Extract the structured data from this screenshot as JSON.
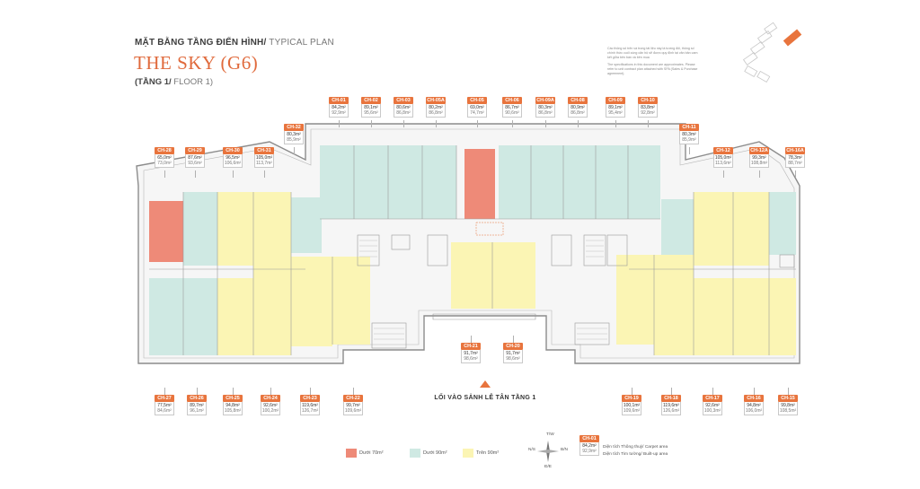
{
  "header": {
    "kicker_bold": "MẶT BẰNG TẦNG ĐIỂN HÌNH/",
    "kicker_thin": " TYPICAL PLAN",
    "title": "THE SKY (G6)",
    "floor_bold": "(TẦNG 1/",
    "floor_thin": " FLOOR 1)"
  },
  "notes": {
    "vi": "Các thông số trên và trong tài liệu này là tương đối, thông số chính thức cuối cùng căn hộ sẽ được quy định tại văn bản cam kết giữa bên bán và bên mua",
    "en": "The specifications in this document are approximates. Please refer to unit contract plan attached with SPA (Sales & Purchase agreement)."
  },
  "colors": {
    "under70": "#ee8a78",
    "under90": "#cfe9e3",
    "over90": "#fbf5b4",
    "accent": "#e8743d",
    "wall": "#8c8c8c"
  },
  "units_top": [
    {
      "code": "CH-01",
      "carpet": "84,2m²",
      "built": "92,9m²"
    },
    {
      "code": "CH-02",
      "carpet": "89,1m²",
      "built": "95,6m²"
    },
    {
      "code": "CH-03",
      "carpet": "80,6m²",
      "built": "86,8m²"
    },
    {
      "code": "CH-05A",
      "carpet": "80,2m²",
      "built": "86,8m²"
    },
    {
      "code": "CH-05",
      "carpet": "69,0m²",
      "built": "74,7m²"
    },
    {
      "code": "CH-06",
      "carpet": "86,7m²",
      "built": "90,6m²"
    },
    {
      "code": "CH-09A",
      "carpet": "80,3m²",
      "built": "86,8m²"
    },
    {
      "code": "CH-08",
      "carpet": "80,9m²",
      "built": "86,8m²"
    },
    {
      "code": "CH-09",
      "carpet": "89,1m²",
      "built": "95,4m²"
    },
    {
      "code": "CH-10",
      "carpet": "83,8m²",
      "built": "92,8m²"
    }
  ],
  "units_left_upper": [
    {
      "code": "CH-28",
      "carpet": "65,0m²",
      "built": "73,0m²"
    },
    {
      "code": "CH-29",
      "carpet": "87,6m²",
      "built": "93,6m²"
    },
    {
      "code": "CH-30",
      "carpet": "96,5m²",
      "built": "106,6m²"
    },
    {
      "code": "CH-31",
      "carpet": "105,0m²",
      "built": "113,7m²"
    },
    {
      "code": "CH-32",
      "carpet": "80,3m²",
      "built": "85,9m²"
    }
  ],
  "units_right_upper": [
    {
      "code": "CH-11",
      "carpet": "80,3m²",
      "built": "85,9m²"
    },
    {
      "code": "CH-12",
      "carpet": "105,0m²",
      "built": "113,6m²"
    },
    {
      "code": "CH-12A",
      "carpet": "99,3m²",
      "built": "108,8m²"
    },
    {
      "code": "CH-16A",
      "carpet": "78,3m²",
      "built": "88,7m²"
    }
  ],
  "units_center": [
    {
      "code": "CH-21",
      "carpet": "91,7m²",
      "built": "98,6m²"
    },
    {
      "code": "CH-20",
      "carpet": "91,7m²",
      "built": "98,6m²"
    }
  ],
  "units_bottom_left": [
    {
      "code": "CH-27",
      "carpet": "77,5m²",
      "built": "84,6m²"
    },
    {
      "code": "CH-26",
      "carpet": "89,7m²",
      "built": "96,1m²"
    },
    {
      "code": "CH-25",
      "carpet": "94,8m²",
      "built": "105,8m²"
    },
    {
      "code": "CH-24",
      "carpet": "92,6m²",
      "built": "100,2m²"
    },
    {
      "code": "CH-23",
      "carpet": "119,6m²",
      "built": "126,7m²"
    },
    {
      "code": "CH-22",
      "carpet": "99,7m²",
      "built": "109,6m²"
    }
  ],
  "units_bottom_right": [
    {
      "code": "CH-19",
      "carpet": "100,1m²",
      "built": "109,6m²"
    },
    {
      "code": "CH-18",
      "carpet": "119,6m²",
      "built": "126,6m²"
    },
    {
      "code": "CH-17",
      "carpet": "92,6m²",
      "built": "100,3m²"
    },
    {
      "code": "CH-16",
      "carpet": "94,8m²",
      "built": "106,0m²"
    },
    {
      "code": "CH-15",
      "carpet": "99,8m²",
      "built": "108,5m²"
    }
  ],
  "entrance": "LỐI VÀO SẢNH LỄ TÂN TẦNG 1",
  "legend": [
    {
      "label": "Dưới 70m²",
      "color": "#ee8a78"
    },
    {
      "label": "Dưới 90m²",
      "color": "#cfe9e3"
    },
    {
      "label": "Trên 90m²",
      "color": "#fbf5b4"
    }
  ],
  "compass": {
    "n": "T/W",
    "e": "B/N",
    "s": "Đ/E",
    "w": "N/S"
  },
  "key": {
    "code": "CH-01",
    "carpet": "84,2m²",
    "built": "92,9m²",
    "carpet_label": "Diện tích Thông thuỷ/ Carpet area",
    "built_label": "Diện tích Tim tường/ Built-up area"
  }
}
